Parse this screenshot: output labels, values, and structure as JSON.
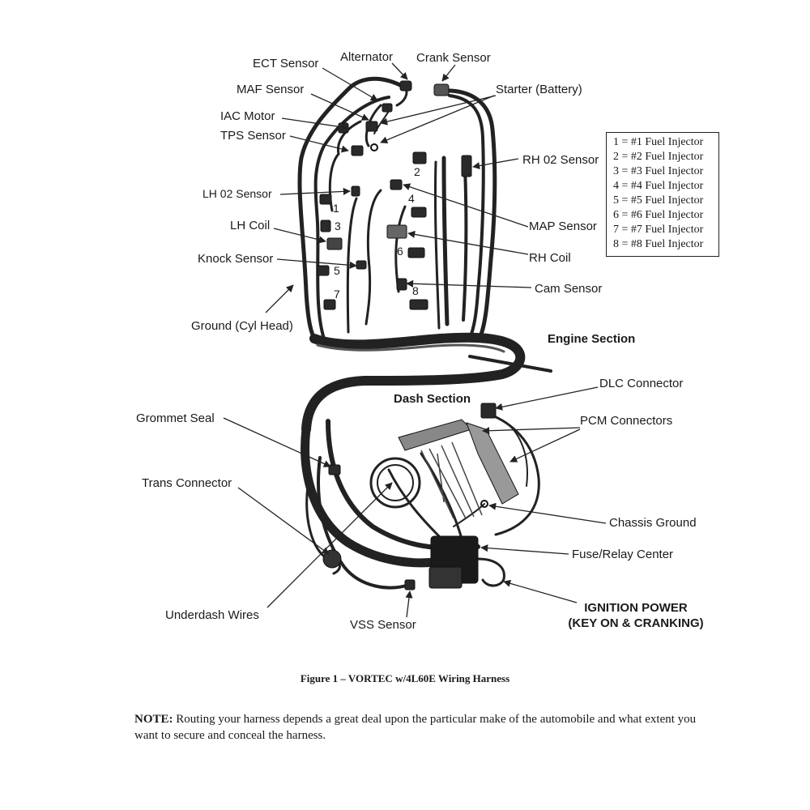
{
  "labels": {
    "ect_sensor": "ECT Sensor",
    "alternator": "Alternator",
    "crank_sensor": "Crank Sensor",
    "maf_sensor": "MAF Sensor",
    "starter": "Starter (Battery)",
    "iac_motor": "IAC Motor",
    "tps_sensor": "TPS Sensor",
    "rh_o2_sensor": "RH 02 Sensor",
    "lh_o2_sensor": "LH 02 Sensor",
    "map_sensor": "MAP Sensor",
    "lh_coil": "LH Coil",
    "rh_coil": "RH Coil",
    "knock_sensor": "Knock Sensor",
    "cam_sensor": "Cam Sensor",
    "ground_cyl_head": "Ground (Cyl Head)",
    "engine_section": "Engine Section",
    "dlc_connector": "DLC Connector",
    "dash_section": "Dash Section",
    "grommet_seal": "Grommet Seal",
    "pcm_connectors": "PCM Connectors",
    "trans_connector": "Trans Connector",
    "chassis_ground": "Chassis Ground",
    "fuse_relay_center": "Fuse/Relay Center",
    "underdash_wires": "Underdash Wires",
    "vss_sensor": "VSS Sensor",
    "ignition_power_line1": "IGNITION POWER",
    "ignition_power_line2": "(KEY ON & CRANKING)"
  },
  "injector_numbers": [
    "1",
    "2",
    "3",
    "4",
    "5",
    "6",
    "7",
    "8"
  ],
  "legend": [
    "1 = #1 Fuel Injector",
    "2 = #2 Fuel Injector",
    "3 = #3 Fuel Injector",
    "4 = #4 Fuel Injector",
    "5 = #5 Fuel Injector",
    "6 = #6 Fuel Injector",
    "7 = #7 Fuel Injector",
    "8 = #8 Fuel Injector"
  ],
  "caption": "Figure 1 – VORTEC w/4L60E Wiring Harness",
  "note": {
    "lead": "NOTE:",
    "text": "Routing your harness depends a great deal upon the particular make of the automobile and what extent you want to secure and conceal the harness."
  },
  "colors": {
    "ink": "#1a1a1a",
    "wire": "#222222",
    "background": "#ffffff"
  }
}
